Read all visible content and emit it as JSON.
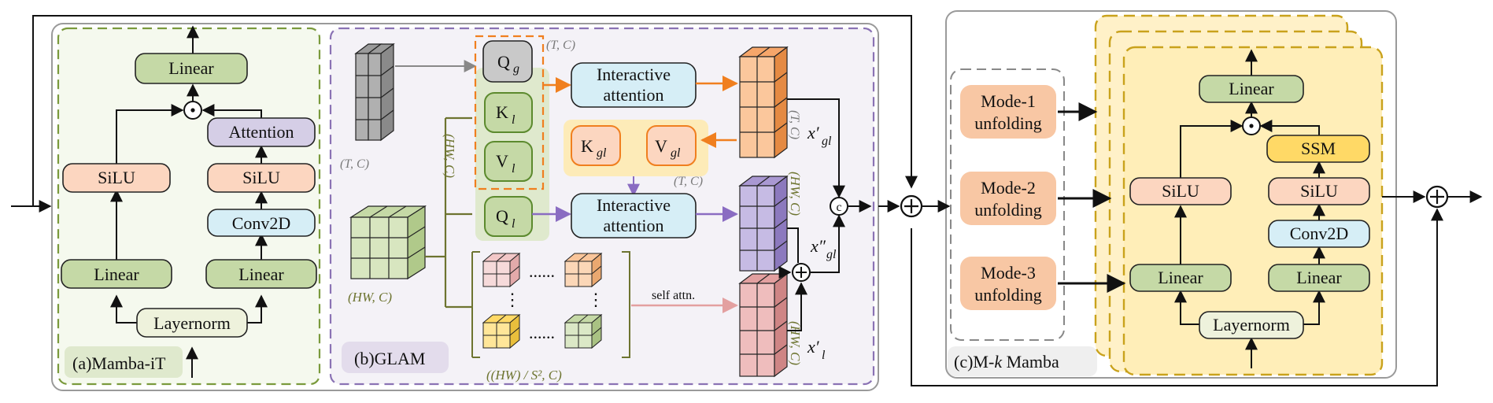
{
  "panels": {
    "mamba_it": {
      "caption": "(a)Mamba-iT",
      "blocks": {
        "linear_top": "Linear",
        "silu_left": "SiLU",
        "linear_left": "Linear",
        "attention": "Attention",
        "silu_right": "SiLU",
        "conv2d": "Conv2D",
        "linear_right": "Linear",
        "layernorm": "Layernorm"
      }
    },
    "glam": {
      "caption": "(b)GLAM",
      "blocks": {
        "q_g": "Q",
        "q_g_sub": "g",
        "k_l": "K",
        "k_l_sub": "l",
        "v_l": "V",
        "v_l_sub": "l",
        "q_l": "Q",
        "q_l_sub": "l",
        "k_gl": "K",
        "k_gl_sub": "gl",
        "v_gl": "V",
        "v_gl_sub": "gl",
        "interactive_attention_1": [
          "Interactive",
          "attention"
        ],
        "interactive_attention_2": [
          "Interactive",
          "attention"
        ],
        "self_attn": "self attn.",
        "concat": "c"
      },
      "dims": {
        "tc_top": "(T, C)",
        "tc_left": "(T, C)",
        "tc_kv": "(T, C)",
        "hwc_vertical": "(HW, C)",
        "hwc_left": "(HW, C)",
        "hws2c": "((HW) / S², C)",
        "tc_vert_right": "(T, C)",
        "hwc_vert_right_1": "(HW, C)",
        "hwc_vert_right_2": "(HW, C)"
      },
      "outputs": {
        "x_gl_prime": "x′",
        "x_gl_prime_sub": "gl",
        "x_gl_dprime": "x″",
        "x_gl_dprime_sub": "gl",
        "x_l_prime": "x′",
        "x_l_prime_sub": "l"
      }
    },
    "mk_mamba": {
      "caption_prefix": "(c)M-",
      "caption_k": "k",
      "caption_suffix": " Mamba",
      "modes": [
        [
          "Mode-1",
          "unfolding"
        ],
        [
          "Mode-2",
          "unfolding"
        ],
        [
          "Mode-3",
          "unfolding"
        ]
      ],
      "blocks": {
        "linear_top": "Linear",
        "ssm": "SSM",
        "silu_left": "SiLU",
        "silu_right": "SiLU",
        "conv2d": "Conv2D",
        "linear_left": "Linear",
        "linear_right": "Linear",
        "layernorm": "Layernorm"
      }
    }
  },
  "colors": {
    "green_box": "#c5d9a6",
    "peach_box": "#fcd6c0",
    "lavender_box": "#d5cee6",
    "light_blue_box": "#d6eef6",
    "cream_box": "#eef2dc",
    "yellow_box": "#ffd966",
    "panel_a_bg": "#f5f9ee",
    "panel_a_border": "#7a9a3c",
    "panel_b_bg": "#f4f2f7",
    "panel_b_border": "#8a72b4",
    "panel_c_bg": "#fff1c8",
    "panel_c_border": "#c9a21c",
    "orange_arrow": "#f07f1f",
    "purple_arrow": "#8a6cc2"
  }
}
